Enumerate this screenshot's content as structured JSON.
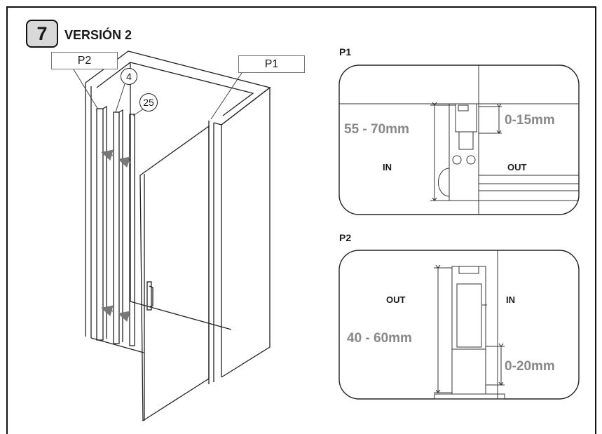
{
  "step": {
    "number": "7",
    "title": "VERSIÓN 2"
  },
  "callouts": {
    "p1": "P1",
    "p2": "P2"
  },
  "parts": {
    "seal_a": "4",
    "seal_b": "25"
  },
  "detail_p1": {
    "label": "P1",
    "height_range": "55 - 70mm",
    "adjust_range": "0-15mm",
    "inside": "IN",
    "outside": "OUT"
  },
  "detail_p2": {
    "label": "P2",
    "height_range": "40 - 60mm",
    "adjust_range": "0-20mm",
    "inside": "IN",
    "outside": "OUT"
  },
  "colors": {
    "line": "#222222",
    "dimension_text": "#888888",
    "step_fill": "#d9d9d9",
    "arrow": "#888888"
  }
}
